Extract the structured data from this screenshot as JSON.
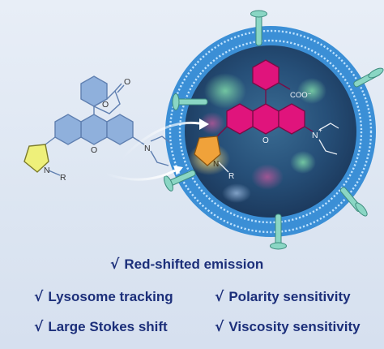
{
  "molecule_left": {
    "carbonyl_label": "O",
    "amine_label": "N",
    "pyrrole_n_label": "N",
    "r_group_label": "R"
  },
  "molecule_right": {
    "carboxylate_label": "COO⁻",
    "amine_label": "N",
    "charge_label": "+",
    "pyrrole_n_label": "N",
    "r_group_label": "R"
  },
  "features": [
    {
      "check": "√",
      "label": "Red-shifted emission"
    },
    {
      "check": "√",
      "label": "Lysosome tracking"
    },
    {
      "check": "√",
      "label": "Polarity sensitivity"
    },
    {
      "check": "√",
      "label": "Large Stokes shift"
    },
    {
      "check": "√",
      "label": "Viscosity sensitivity"
    }
  ],
  "colors": {
    "left_ring": "#8fb0dc",
    "left_ring_stroke": "#5f7fb0",
    "pyrrole_left": "#eef07a",
    "right_ring": "#e0147c",
    "pyrrole_right": "#f0a23a",
    "membrane": "#3b8fd6",
    "cell_inside": "#22456e",
    "text": "#1c2f7a"
  }
}
